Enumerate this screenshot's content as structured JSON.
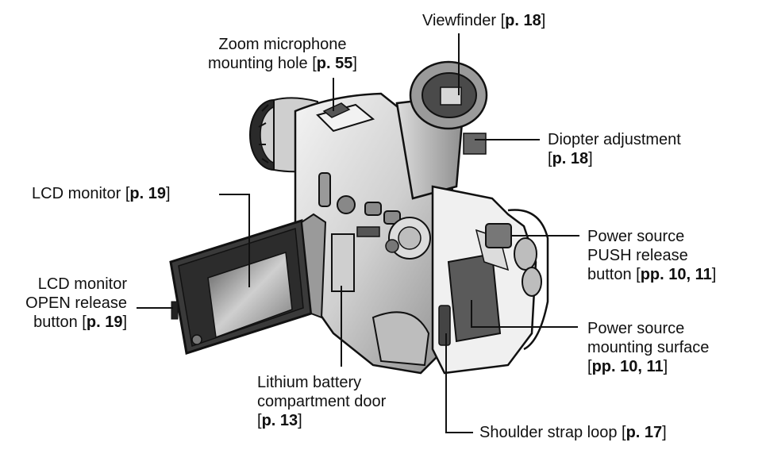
{
  "callouts": {
    "viewfinder": {
      "text": "Viewfinder [",
      "ref": "p. 18",
      "close": "]"
    },
    "zoom_mic": {
      "line1": "Zoom microphone",
      "line2": "mounting hole [",
      "ref": "p. 55",
      "close": "]"
    },
    "diopter": {
      "line1": "Diopter adjustment",
      "open": "[",
      "ref": "p. 18",
      "close": "]"
    },
    "lcd_monitor": {
      "text": "LCD monitor [",
      "ref": "p. 19",
      "close": "]"
    },
    "power_push": {
      "line1": "Power source",
      "line2": "PUSH release",
      "line3": "button [",
      "ref": "pp. 10, 11",
      "close": "]"
    },
    "lcd_open": {
      "line1": "LCD monitor",
      "line2": "OPEN release",
      "line3": "button [",
      "ref": "p. 19",
      "close": "]"
    },
    "power_mount": {
      "line1": "Power source",
      "line2": "mounting surface",
      "open": "[",
      "ref": "pp. 10, 11",
      "close": "]"
    },
    "lithium": {
      "line1": "Lithium battery",
      "line2": "compartment door",
      "open": "[",
      "ref": "p. 13",
      "close": "]"
    },
    "strap": {
      "text": "Shoulder strap loop [",
      "ref": "p. 17",
      "close": "]"
    }
  },
  "colors": {
    "body_light": "#e6e6e6",
    "body_mid": "#b9b9b9",
    "body_dark": "#3a3a3a",
    "outline": "#111111",
    "leader": "#111111"
  }
}
